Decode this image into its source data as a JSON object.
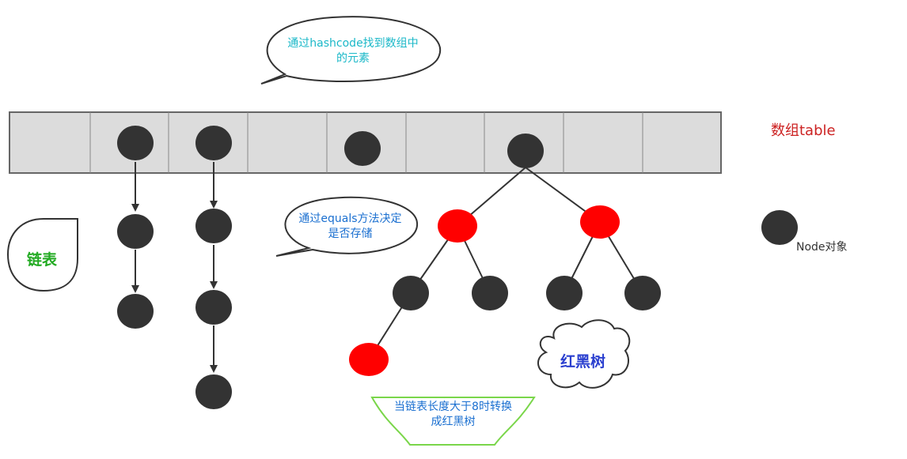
{
  "bubble_top": {
    "line1": "通过hashcode找到数组中",
    "line2": "的元素"
  },
  "bubble_mid": {
    "line1": "通过equals方法决定",
    "line2": "是否存储"
  },
  "array_label": "数组table",
  "node_legend": "Node对象",
  "linked_list_label": "链表",
  "tree_label": "红黑树",
  "banner": {
    "line1": "当链表长度大于8时转换",
    "line2": "成红黑树"
  },
  "colors": {
    "node_black": "#333333",
    "node_red": "#ff0000",
    "array_fill": "#dcdcdc",
    "array_text": "#cc2222",
    "top_bubble_text": "#1bb8c8",
    "mid_bubble_text": "#1a6fd0",
    "list_text": "#22aa22",
    "tree_text": "#2a3fcf",
    "banner_text": "#1a6fd0",
    "banner_border": "#7ad64a"
  }
}
